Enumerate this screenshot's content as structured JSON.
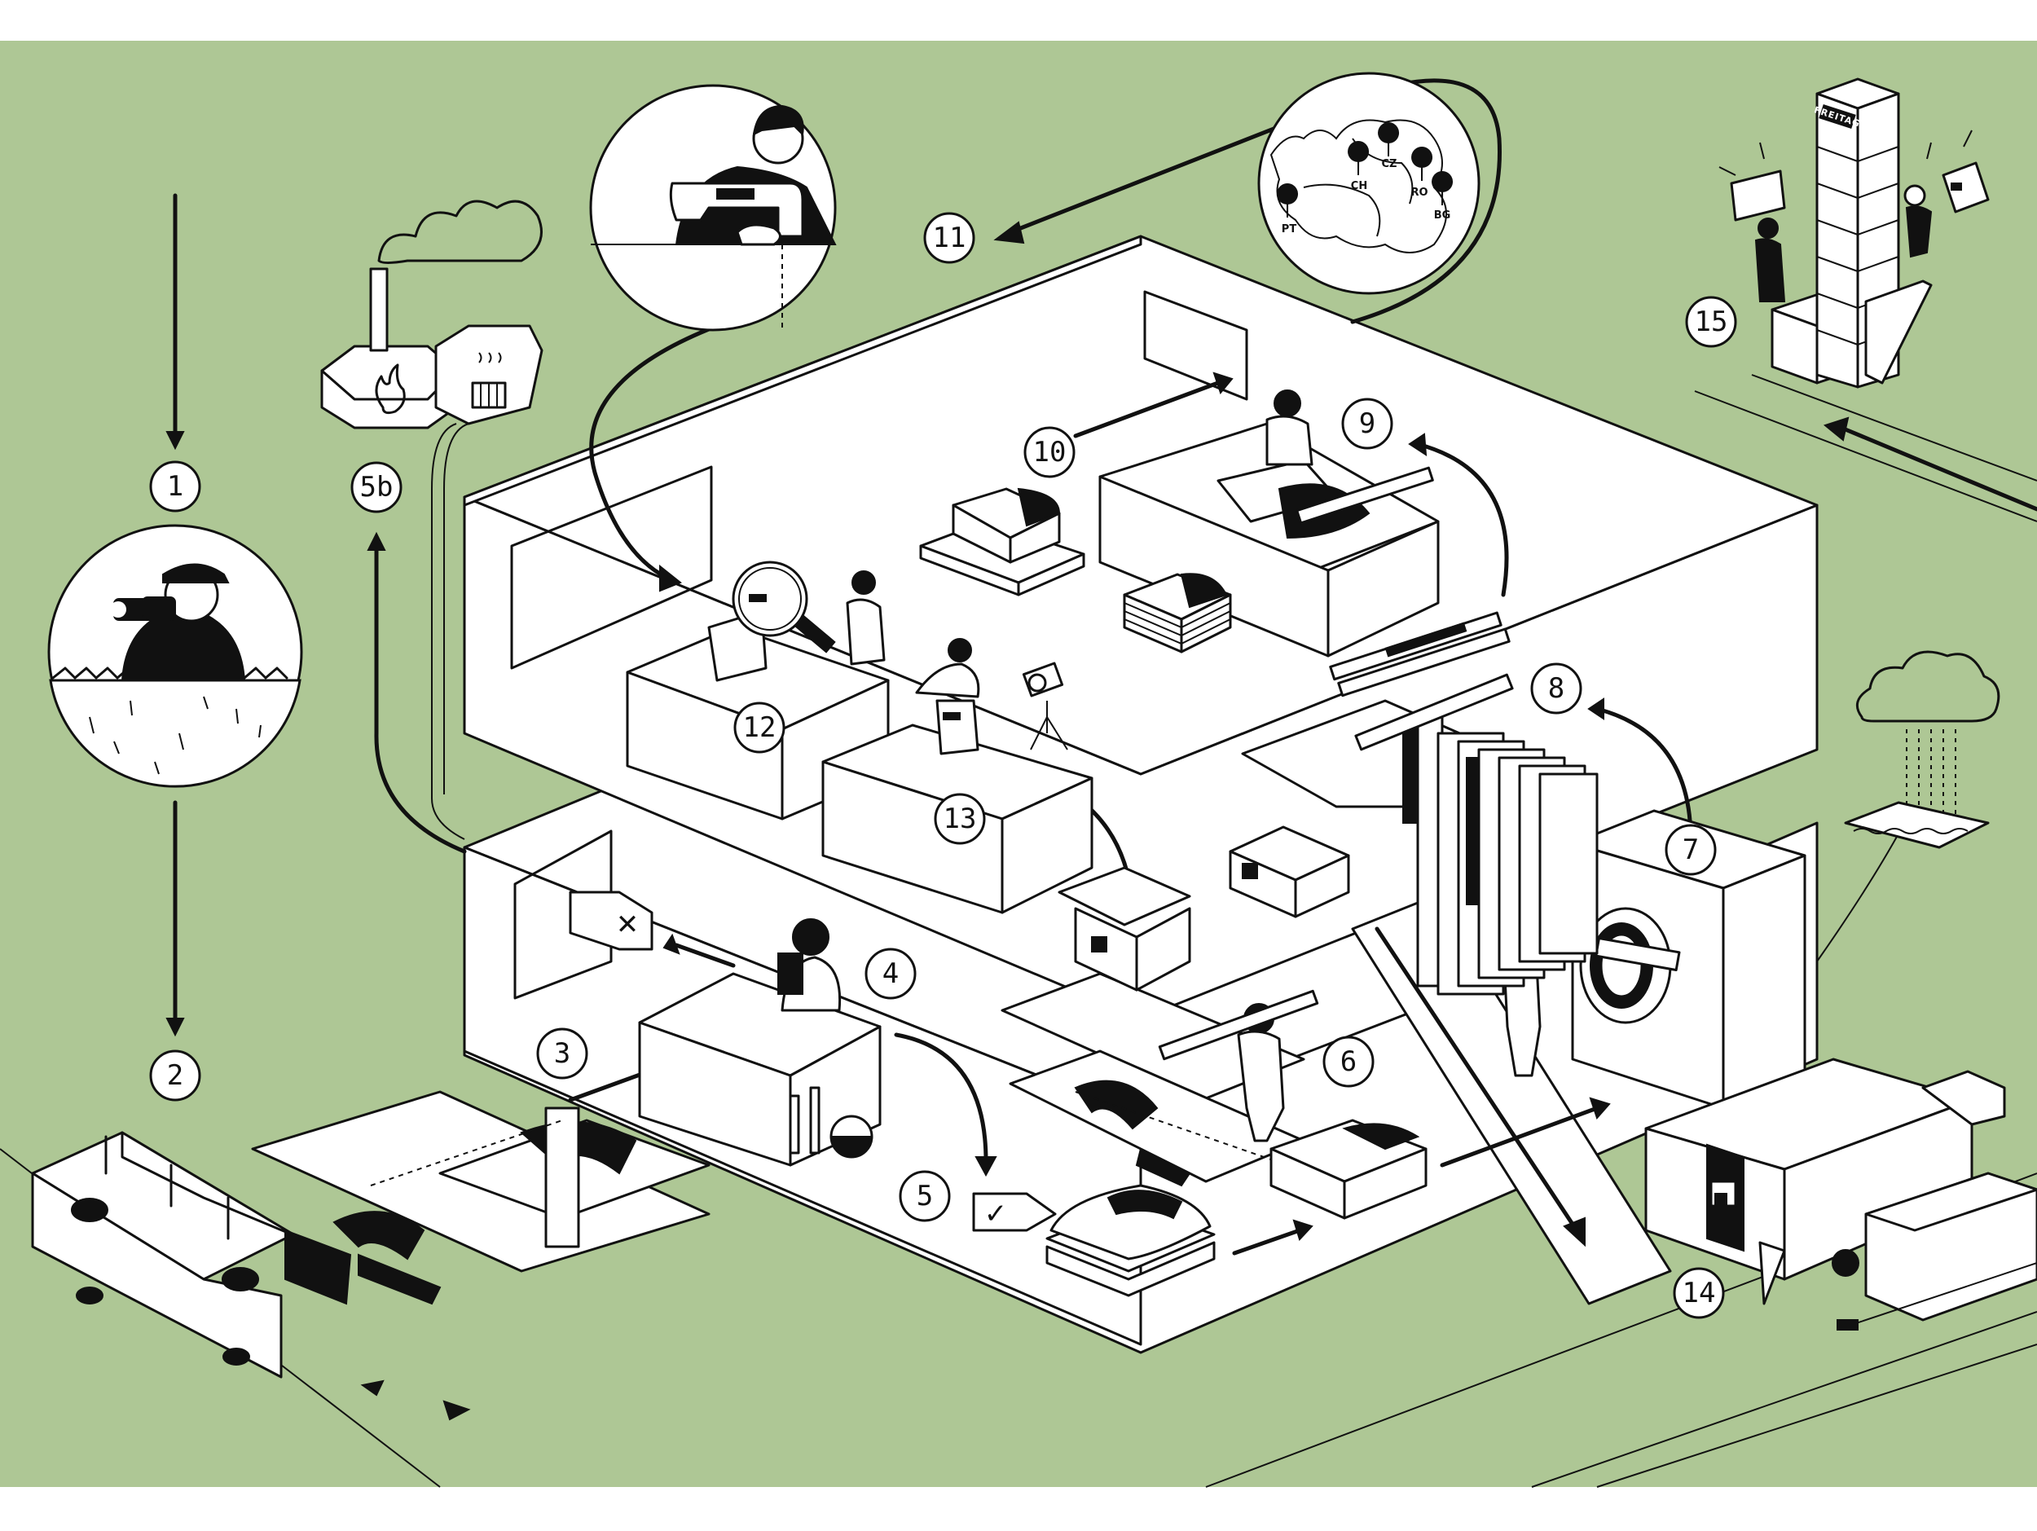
{
  "colors": {
    "background": "#aec795",
    "frame": "#ffffff",
    "ink": "#111111",
    "floor": "#ffffff"
  },
  "steps": [
    {
      "id": "step-1",
      "label": "1"
    },
    {
      "id": "step-2",
      "label": "2"
    },
    {
      "id": "step-3",
      "label": "3"
    },
    {
      "id": "step-4",
      "label": "4"
    },
    {
      "id": "step-5",
      "label": "5"
    },
    {
      "id": "step-5b",
      "label": "5b"
    },
    {
      "id": "step-6",
      "label": "6"
    },
    {
      "id": "step-7",
      "label": "7"
    },
    {
      "id": "step-8",
      "label": "8"
    },
    {
      "id": "step-9",
      "label": "9"
    },
    {
      "id": "step-10",
      "label": "10"
    },
    {
      "id": "step-11",
      "label": "11"
    },
    {
      "id": "step-12",
      "label": "12"
    },
    {
      "id": "step-13",
      "label": "13"
    },
    {
      "id": "step-14",
      "label": "14"
    },
    {
      "id": "step-15",
      "label": "15"
    }
  ],
  "map_locations": [
    {
      "code": "CZ"
    },
    {
      "code": "CH"
    },
    {
      "code": "RO"
    },
    {
      "code": "BG"
    },
    {
      "code": "PT"
    }
  ],
  "brand_text": "FREITAG",
  "marks": {
    "reject": "✕",
    "approve": "✓"
  },
  "icons": [
    "binoculars-icon",
    "fire-icon",
    "radiator-icon",
    "sewing-machine-icon",
    "magnifier-icon",
    "camera-icon",
    "washing-machine-icon",
    "truck-icon",
    "rain-cloud-icon",
    "smoke-cloud-icon",
    "map-pin-icon"
  ]
}
